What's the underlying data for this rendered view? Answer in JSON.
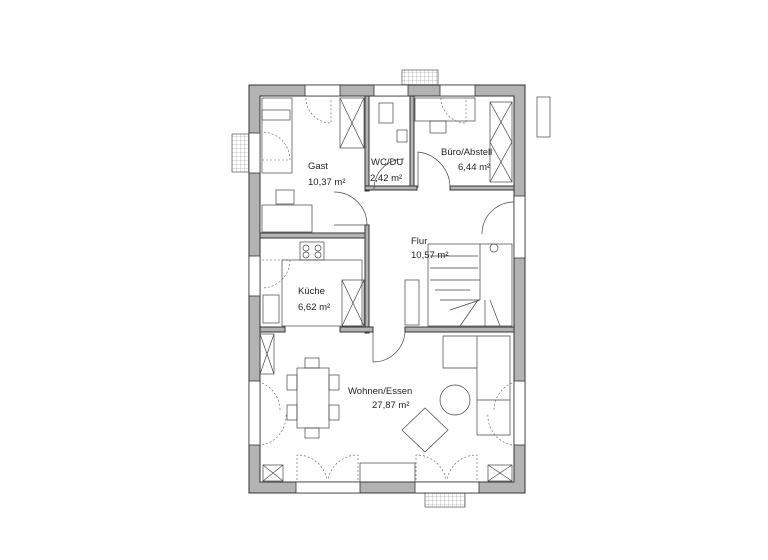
{
  "plan": {
    "rooms": [
      {
        "name": "Gast",
        "area": "10,37 m²"
      },
      {
        "name": "WC/DU",
        "area": "2,42 m²"
      },
      {
        "name": "Büro/Abstell",
        "area": "6,44 m²"
      },
      {
        "name": "Flur",
        "area": "10,57 m²"
      },
      {
        "name": "Küche",
        "area": "6,62 m²"
      },
      {
        "name": "Wohnen/Essen",
        "area": "27,87 m²"
      }
    ],
    "colors": {
      "wall": "#b3b3b3",
      "line": "#333333"
    }
  }
}
